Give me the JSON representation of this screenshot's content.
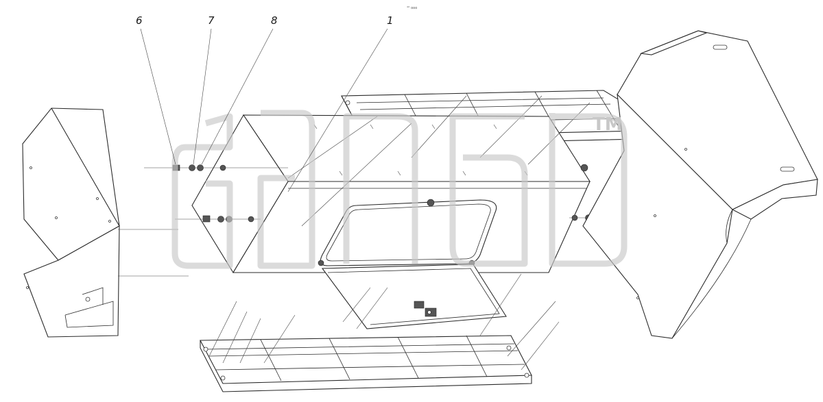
{
  "callouts": {
    "c6": "6",
    "c7": "7",
    "c8": "8",
    "c1": "1"
  },
  "top_tiny_text": "⁴° ooo",
  "watermark": {
    "mark": "TM"
  },
  "colors": {
    "line": "#2a2a2a",
    "watermark": "#c8c8c8",
    "background": "#ffffff"
  }
}
